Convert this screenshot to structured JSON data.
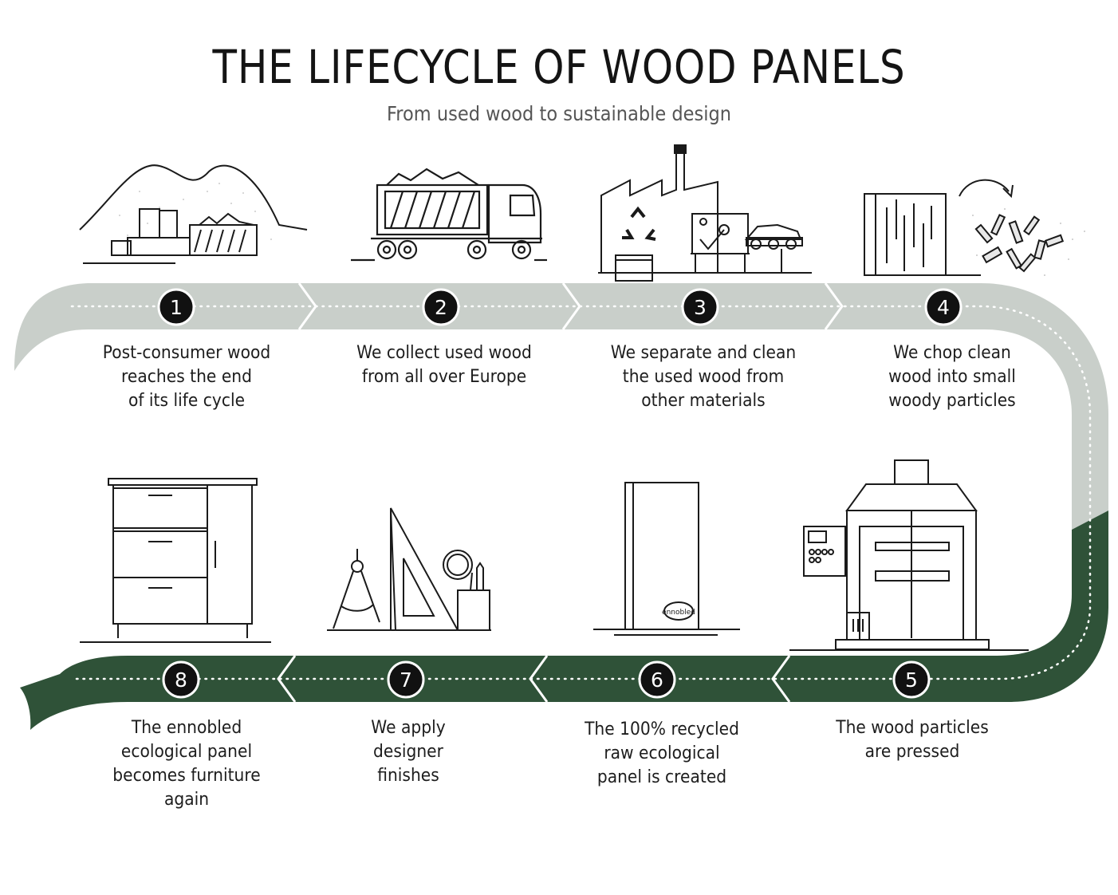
{
  "header": {
    "title": "THE LIFECYCLE OF WOOD PANELS",
    "subtitle": "From used wood to sustainable design"
  },
  "colors": {
    "light_band": "#c9cfca",
    "dark_band": "#2f5238",
    "ink": "#1a1a1a"
  },
  "steps": [
    {
      "number": "1",
      "icon": "landfill-icon",
      "text": "Post-consumer wood\nreaches the end\nof its life cycle"
    },
    {
      "number": "2",
      "icon": "truck-icon",
      "text": "We collect used wood\nfrom all over Europe"
    },
    {
      "number": "3",
      "icon": "factory-icon",
      "text": "We separate and clean\nthe used wood from\nother materials"
    },
    {
      "number": "4",
      "icon": "chopping-icon",
      "text": "We chop clean\nwood into small\nwoody particles"
    },
    {
      "number": "5",
      "icon": "press-icon",
      "text": "The wood particles\nare pressed"
    },
    {
      "number": "6",
      "icon": "panel-icon",
      "text": "The 100% recycled\nraw ecological\npanel is created"
    },
    {
      "number": "7",
      "icon": "design-tools-icon",
      "text": "We apply\ndesigner\nfinishes"
    },
    {
      "number": "8",
      "icon": "cabinet-icon",
      "text": "The ennobled\necological panel\nbecomes furniture\nagain"
    }
  ],
  "panel_label": "ennobled"
}
